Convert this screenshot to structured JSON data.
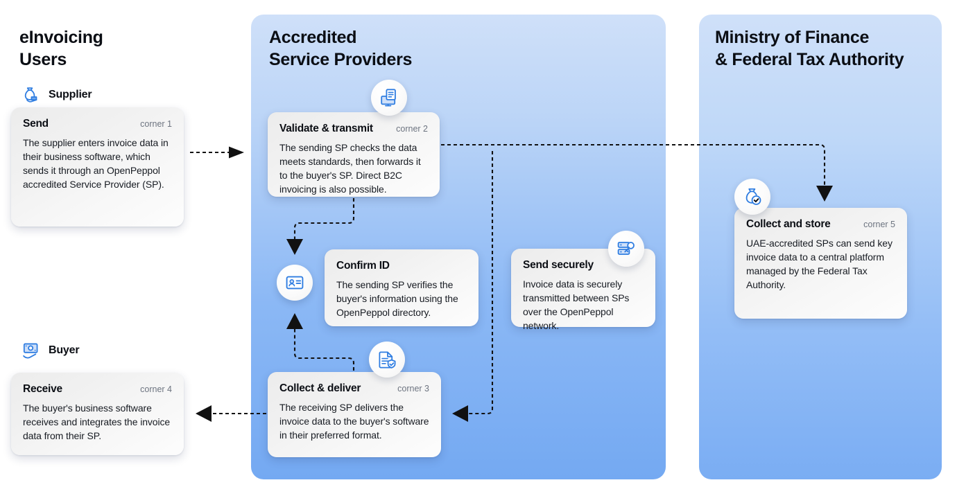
{
  "columns": {
    "users": {
      "heading": "eInvoicing\nUsers"
    },
    "asp": {
      "heading": "Accredited\nService Providers"
    },
    "mof": {
      "heading": "Ministry of Finance\n& Federal Tax Authority"
    }
  },
  "actors": {
    "supplier": {
      "label": "Supplier",
      "icon": "money-bag-hand-icon"
    },
    "buyer": {
      "label": "Buyer",
      "icon": "banknote-person-icon"
    }
  },
  "cards": {
    "send": {
      "title": "Send",
      "corner": "corner 1",
      "body": "The supplier enters invoice data in their business software, which sends it through an OpenPeppol accredited Service Provider (SP)."
    },
    "validate": {
      "title": "Validate & transmit",
      "corner": "corner 2",
      "body": "The sending SP checks the data meets standards, then forwards it to the buyer's SP. Direct B2C invoicing is also possible.",
      "icon": "document-monitor-icon"
    },
    "confirm": {
      "title": "Confirm ID",
      "corner": "",
      "body": "The sending SP verifies the buyer's information using the OpenPeppol directory.",
      "icon": "id-card-icon"
    },
    "secure": {
      "title": "Send securely",
      "corner": "",
      "body": "Invoice data is securely transmitted between SPs over the OpenPeppol network.",
      "icon": "server-key-icon"
    },
    "collect_deliver": {
      "title": "Collect & deliver",
      "corner": "corner 3",
      "body": "The receiving SP delivers the invoice data to the buyer's software in their preferred format.",
      "icon": "document-check-icon"
    },
    "receive": {
      "title": "Receive",
      "corner": "corner 4",
      "body": "The buyer's business software receives and integrates the invoice data from their SP."
    },
    "collect_store": {
      "title": "Collect and store",
      "corner": "corner 5",
      "body": "UAE-accredited SPs can send key invoice data to a central platform managed by the Federal Tax Authority.",
      "icon": "money-bag-check-icon"
    }
  },
  "colors": {
    "panel_top": "#cfe0f9",
    "panel_bottom": "#74a9f2",
    "card_bg": "#f3f3f3",
    "icon_blue": "#2f7de1",
    "text_dark": "#0b0e14",
    "corner_text": "#6d7480",
    "connector": "#111111"
  },
  "connectors": [
    {
      "name": "supplier-to-validate",
      "from": "Send",
      "to": "Validate & transmit",
      "style": "dashed",
      "direction": "right"
    },
    {
      "name": "validate-to-store",
      "from": "Validate & transmit",
      "to": "Collect and store",
      "style": "dashed",
      "direction": "right-down"
    },
    {
      "name": "validate-to-confirm",
      "from": "Validate & transmit",
      "to": "Confirm ID",
      "style": "dashed",
      "direction": "down-left-down"
    },
    {
      "name": "collect-to-confirm",
      "from": "Collect & deliver",
      "to": "Confirm ID",
      "style": "dashed",
      "direction": "up"
    },
    {
      "name": "secure-to-collect-deliver",
      "from": "Send securely",
      "to": "Collect & deliver",
      "style": "dashed",
      "direction": "down-left"
    },
    {
      "name": "collect-deliver-to-receive",
      "from": "Collect & deliver",
      "to": "Receive",
      "style": "dashed",
      "direction": "left"
    }
  ]
}
